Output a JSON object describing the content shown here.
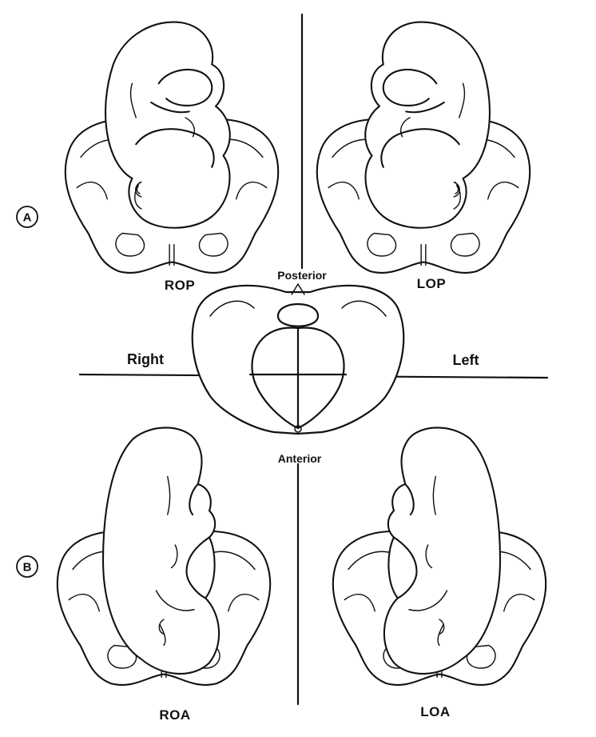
{
  "labels": {
    "panel_a": "A",
    "panel_b": "B",
    "rop": "ROP",
    "lop": "LOP",
    "roa": "ROA",
    "loa": "LOA",
    "posterior": "Posterior",
    "anterior": "Anterior",
    "right": "Right",
    "left": "Left"
  }
}
